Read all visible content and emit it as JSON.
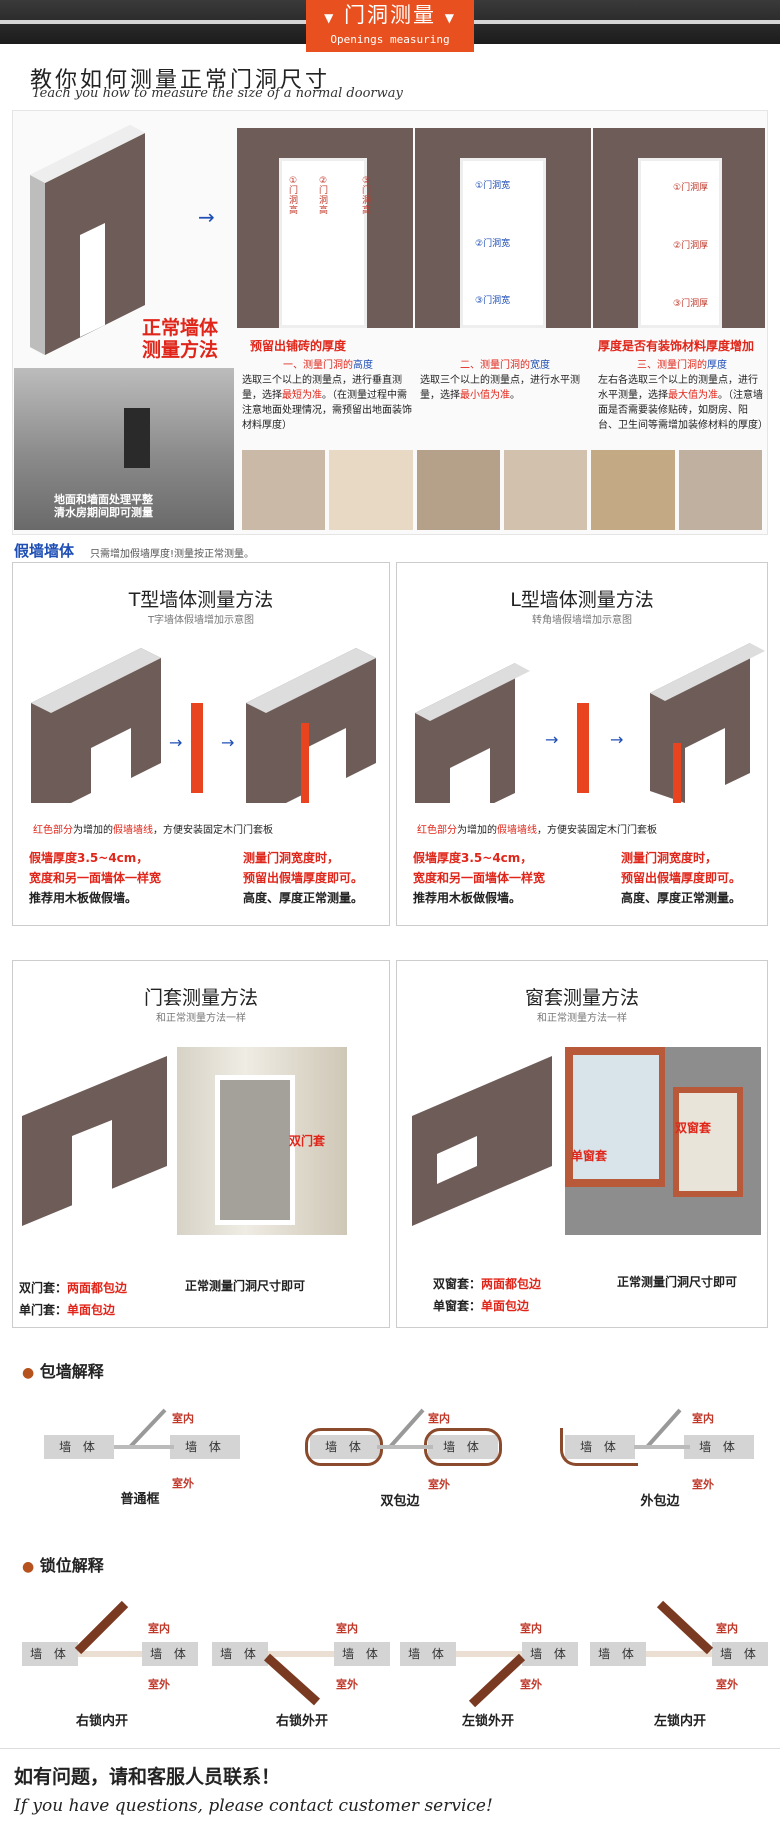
{
  "header": {
    "title": "门洞测量",
    "subtitle": "Openings measuring"
  },
  "intro": {
    "title": "教你如何测量正常门洞尺寸",
    "title_en": "Teach you how to measure the size of a normal doorway"
  },
  "normal": {
    "label1": "正常墙体",
    "label2": "测量方法",
    "photo_caption1": "地面和墙面处理平整",
    "photo_caption2": "清水房期间即可测量",
    "col1": {
      "head": "预留出铺砖的厚度",
      "step": "一、测量门洞的",
      "step_key": "高度",
      "text1": "选取三个以上的测量点，进行垂直测量，选择",
      "text1_key": "最短为准",
      "text2": "。（在测量过程中需注意地面处理情况，需预留出地面装饰材料厚度）",
      "m1": "①门洞高",
      "m2": "②门洞高",
      "m3": "③门洞高"
    },
    "col2": {
      "step": "二、测量门洞的",
      "step_key": "宽度",
      "text1": "选取三个以上的测量点，进行水平测量，选择",
      "text1_key": "最小值为准",
      "text2": "。",
      "m1": "①门洞宽",
      "m2": "②门洞宽",
      "m3": "③门洞宽"
    },
    "col3": {
      "head": "厚度是否有装饰材料厚度增加",
      "step": "三、测量门洞的",
      "step_key": "厚度",
      "text1": "左右各选取三个以上的测量点，进行水平测量，选择",
      "text1_key": "最大值为准",
      "text2": "。（注意墙面是否需要装修贴砖，如厨房、阳台、卫生间等需增加装修材料的厚度）",
      "m1": "①门洞厚",
      "m2": "②门洞厚",
      "m3": "③门洞厚"
    }
  },
  "fake": {
    "title": "假墙墙体",
    "note": "只需增加假墙厚度!测量按正常测量。"
  },
  "t_wall": {
    "title": "T型墙体测量方法",
    "sub": "T字墙体假墙增加示意图"
  },
  "l_wall": {
    "title": "L型墙体测量方法",
    "sub": "转角墙假墙增加示意图"
  },
  "fake_common": {
    "note_a": "红色部分",
    "note_b": "为增加的",
    "note_c": "假墙墙线",
    "note_d": "，方便安装固定木门门套板",
    "l1": "假墙厚度3.5~4cm，",
    "l2": "宽度和另一面墙体一样宽",
    "l3": "推荐用木板做假墙。",
    "r1": "测量门洞宽度时，",
    "r2": "预留出假墙厚度即可。",
    "r3": "高度、厚度正常测量。"
  },
  "l_common": {
    "l1": "假墙厚度3.5~4cm，"
  },
  "door_set": {
    "title": "门套测量方法",
    "sub": "和正常测量方法一样",
    "photo_label": "双门套",
    "a_k": "双门套：",
    "a_v": "两面都包边",
    "b_k": "单门套：",
    "b_v": "单面包边",
    "note": "正常测量门洞尺寸即可"
  },
  "win_set": {
    "title": "窗套测量方法",
    "sub": "和正常测量方法一样",
    "photo_label1": "单窗套",
    "photo_label2": "双窗套",
    "a_k": "双窗套：",
    "a_v": "两面都包边",
    "b_k": "单窗套：",
    "b_v": "单面包边",
    "note": "正常测量门洞尺寸即可"
  },
  "wrap": {
    "title": "包墙解释",
    "wall": "墙 体",
    "indoor": "室内",
    "outdoor": "室外",
    "types": [
      "普通框",
      "双包边",
      "外包边"
    ]
  },
  "lock": {
    "title": "锁位解释",
    "wall": "墙 体",
    "indoor": "室内",
    "outdoor": "室外",
    "types": [
      "右锁内开",
      "右锁外开",
      "左锁外开",
      "左锁内开"
    ]
  },
  "footer": {
    "cn": "如有问题，请和客服人员联系！",
    "en": "If you have questions, please contact customer service!"
  }
}
